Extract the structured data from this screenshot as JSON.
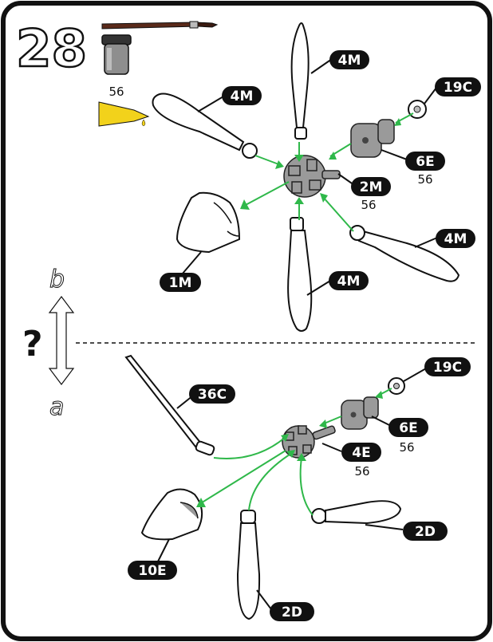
{
  "step": "28",
  "paint_code": "56",
  "option_symbol": "?",
  "option_top": "b",
  "option_bottom": "a",
  "colors": {
    "arrow": "#2fb84a",
    "glue": "#f2d21b",
    "label_bg": "#111111"
  },
  "icons": [
    "paintbrush-icon",
    "paint-pot-icon",
    "glue-tube-icon"
  ],
  "upper": {
    "labels": [
      "4M",
      "4M",
      "19C",
      "6E",
      "2M",
      "1M",
      "4M",
      "4M"
    ],
    "codes": {
      "6E": "56",
      "2M": "56"
    }
  },
  "lower": {
    "labels": [
      "19C",
      "36C",
      "6E",
      "4E",
      "10E",
      "2D",
      "2D"
    ],
    "codes": {
      "6E": "56",
      "4E": "56"
    }
  }
}
